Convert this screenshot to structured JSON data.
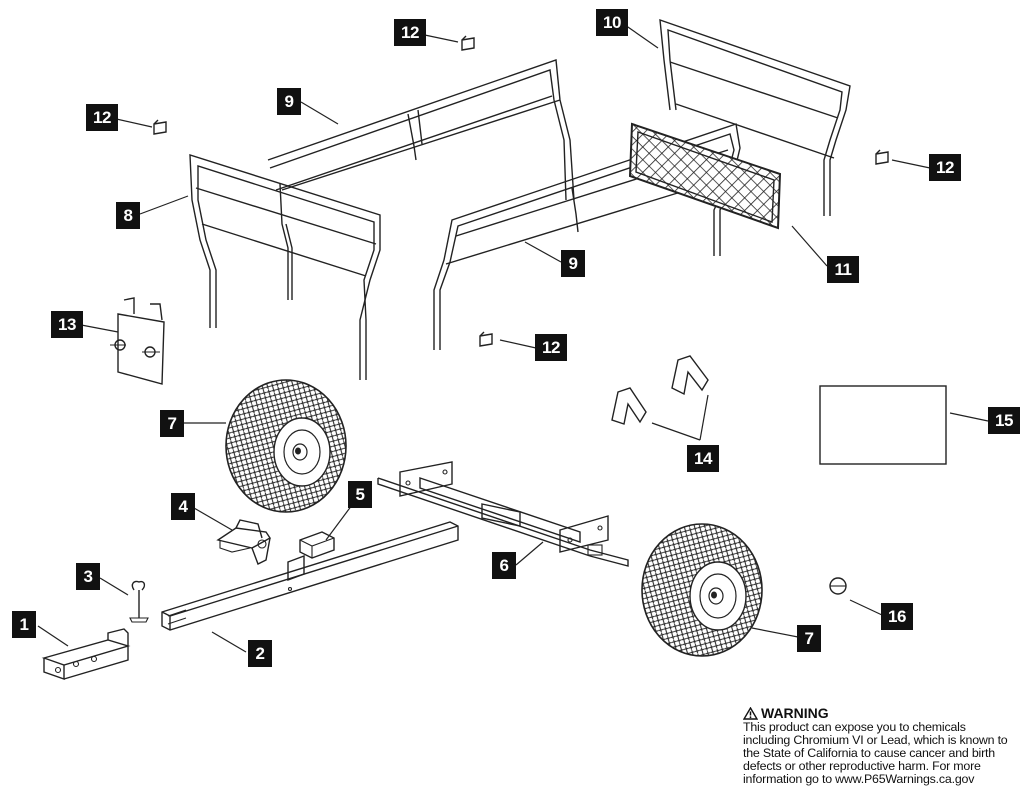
{
  "callouts": {
    "c1": "1",
    "c2": "2",
    "c3": "3",
    "c4": "4",
    "c5": "5",
    "c6": "6",
    "c7a": "7",
    "c7b": "7",
    "c8": "8",
    "c9a": "9",
    "c9b": "9",
    "c10": "10",
    "c11": "11",
    "c12a": "12",
    "c12b": "12",
    "c12c": "12",
    "c12d": "12",
    "c13": "13",
    "c14": "14",
    "c15": "15",
    "c16": "16"
  },
  "warning": {
    "icon": "warning-triangle-icon",
    "title": "WARNING",
    "lines": [
      "This product can expose you to chemicals",
      "including Chromium VI or Lead, which is known to",
      "the State of California to cause cancer and birth",
      "defects or other reproductive harm.  For more",
      "information go to www.P65Warnings.ca.gov"
    ]
  },
  "colors": {
    "ink": "#111111",
    "paper": "#ffffff"
  }
}
